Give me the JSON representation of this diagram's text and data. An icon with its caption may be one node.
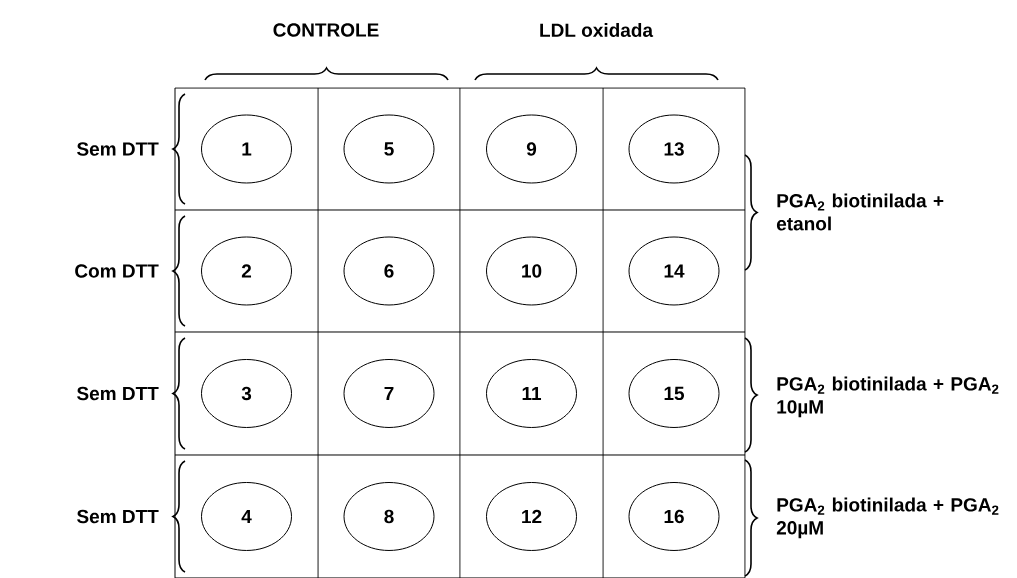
{
  "diagram": {
    "nodes": [
      {
        "text": [
          "1"
        ]
      },
      {
        "text": [
          "2"
        ]
      },
      {
        "text": [
          "3"
        ]
      },
      {
        "text": [
          "4"
        ]
      },
      {
        "text": [
          "5"
        ]
      },
      {
        "text": [
          "6"
        ]
      },
      {
        "text": [
          "7"
        ]
      },
      {
        "text": [
          "8"
        ]
      },
      {
        "text": [
          "9"
        ]
      },
      {
        "text": [
          "10"
        ]
      },
      {
        "text": [
          "11"
        ]
      },
      {
        "text": [
          "12"
        ]
      },
      {
        "text": [
          "13"
        ]
      },
      {
        "text": [
          "14"
        ]
      },
      {
        "text": [
          "15"
        ]
      },
      {
        "text": [
          "16"
        ]
      }
    ],
    "labels": [
      "CONTROLE",
      "LDL oxidada",
      "Sem DTT",
      "Com DTT",
      "Sem DTT",
      "Sem DTT",
      "PGA$_{2}$ biotinilada + etanol",
      "PGA$_{2}$ biotinilada + PGA$_{2}$ 10µM",
      "PGA$_{2}$ biotinilada + PGA$_{2}$ 20µM"
    ]
  }
}
